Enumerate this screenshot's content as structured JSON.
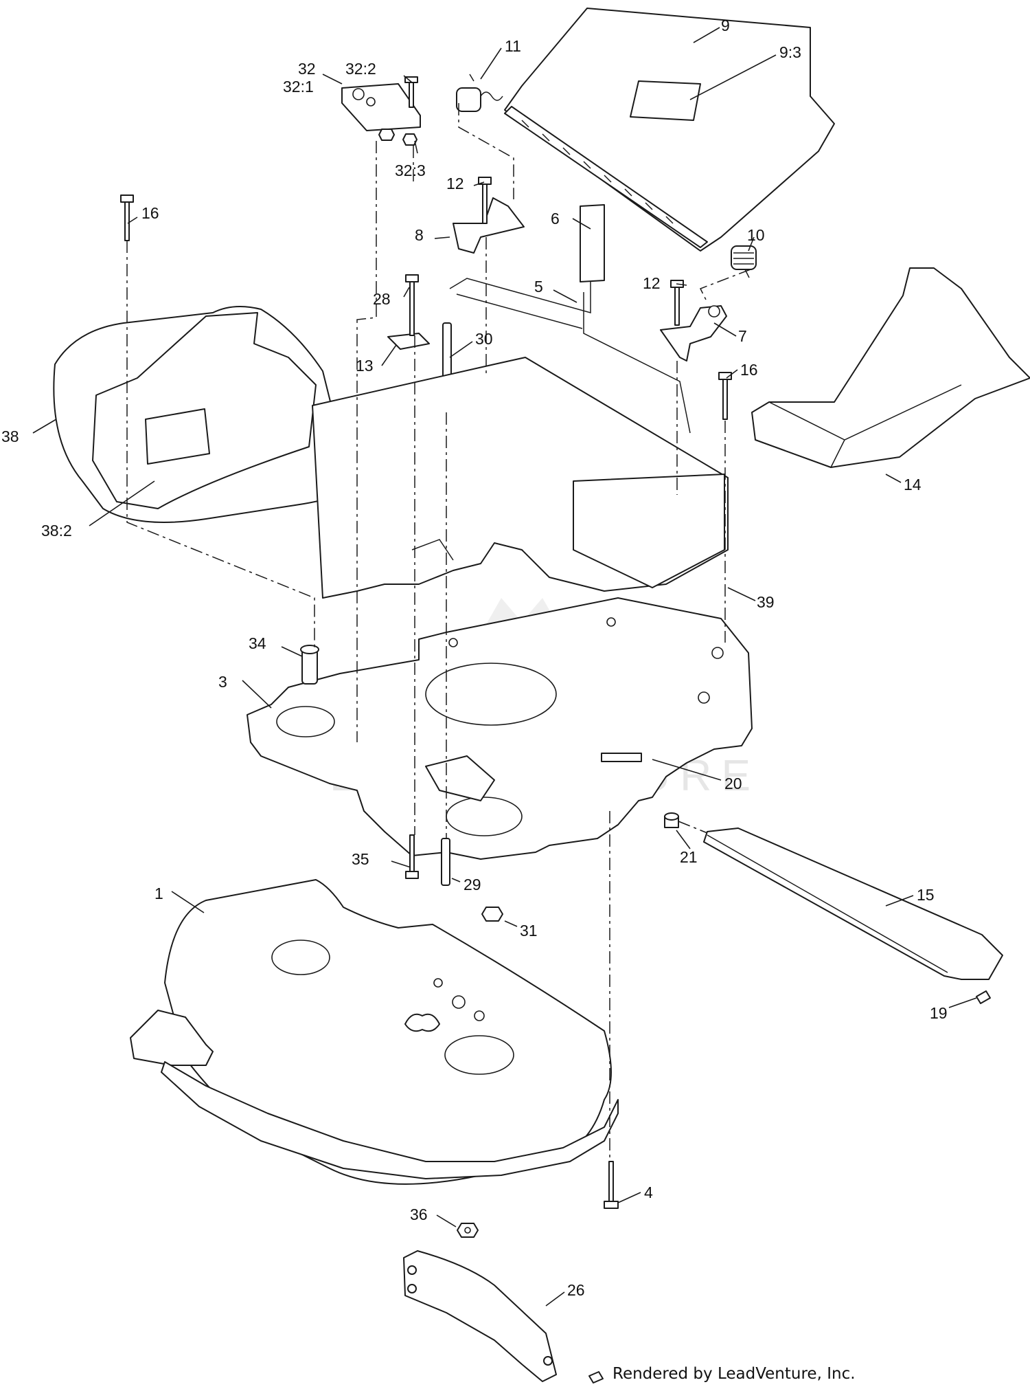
{
  "callouts": [
    {
      "id": "c9",
      "text": "9"
    },
    {
      "id": "c9-3",
      "text": "9:3"
    },
    {
      "id": "c11",
      "text": "11"
    },
    {
      "id": "c32",
      "text": "32"
    },
    {
      "id": "c32-2",
      "text": "32:2"
    },
    {
      "id": "c32-1",
      "text": "32:1"
    },
    {
      "id": "c32-3",
      "text": "32:3"
    },
    {
      "id": "c12a",
      "text": "12"
    },
    {
      "id": "c16a",
      "text": "16"
    },
    {
      "id": "c8",
      "text": "8"
    },
    {
      "id": "c6",
      "text": "6"
    },
    {
      "id": "c10",
      "text": "10"
    },
    {
      "id": "c5",
      "text": "5"
    },
    {
      "id": "c12b",
      "text": "12"
    },
    {
      "id": "c28",
      "text": "28"
    },
    {
      "id": "c7",
      "text": "7"
    },
    {
      "id": "c30",
      "text": "30"
    },
    {
      "id": "c13",
      "text": "13"
    },
    {
      "id": "c16b",
      "text": "16"
    },
    {
      "id": "c38",
      "text": "38"
    },
    {
      "id": "c14",
      "text": "14"
    },
    {
      "id": "c38-2",
      "text": "38:2"
    },
    {
      "id": "c39",
      "text": "39"
    },
    {
      "id": "c34",
      "text": "34"
    },
    {
      "id": "c3",
      "text": "3"
    },
    {
      "id": "c20",
      "text": "20"
    },
    {
      "id": "c35",
      "text": "35"
    },
    {
      "id": "c21",
      "text": "21"
    },
    {
      "id": "c29",
      "text": "29"
    },
    {
      "id": "c1",
      "text": "1"
    },
    {
      "id": "c15",
      "text": "15"
    },
    {
      "id": "c31",
      "text": "31"
    },
    {
      "id": "c19",
      "text": "19"
    },
    {
      "id": "c4",
      "text": "4"
    },
    {
      "id": "c36",
      "text": "36"
    },
    {
      "id": "c26",
      "text": "26"
    }
  ],
  "watermark": "LEADVENTURE",
  "credit": "Rendered by LeadVenture, Inc.",
  "colors": {
    "line": "#1a1a1a",
    "background": "#ffffff",
    "watermark": "#e6e6e6"
  }
}
